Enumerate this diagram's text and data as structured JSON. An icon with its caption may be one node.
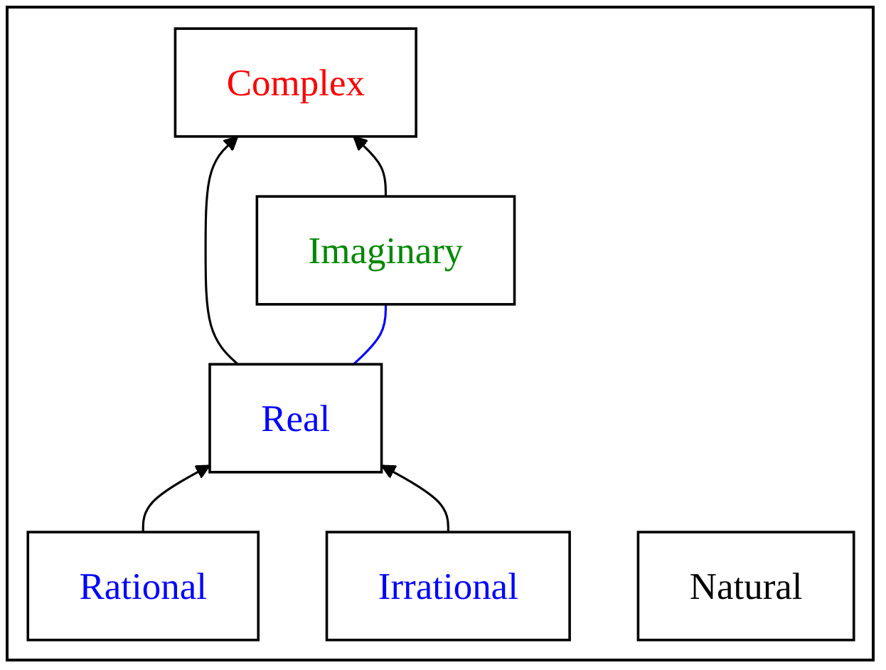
{
  "diagram": {
    "nodes": [
      {
        "text": [
          "Complex"
        ]
      },
      {
        "text": [
          "Real"
        ]
      },
      {
        "text": [
          "Imaginary"
        ]
      },
      {
        "text": [
          "Rational"
        ]
      },
      {
        "text": [
          "Irrational"
        ]
      },
      {
        "text": [
          "Natural"
        ]
      }
    ],
    "edges": [
      {
        "from": 1,
        "to": 0,
        "arrow": "to"
      },
      {
        "from": 2,
        "to": 0,
        "arrow": "to"
      },
      {
        "from": 1,
        "to": 2,
        "arrow": "none",
        "color": "#0000ff"
      },
      {
        "from": 3,
        "to": 1,
        "arrow": "to"
      },
      {
        "from": 4,
        "to": 1,
        "arrow": "to"
      }
    ]
  }
}
